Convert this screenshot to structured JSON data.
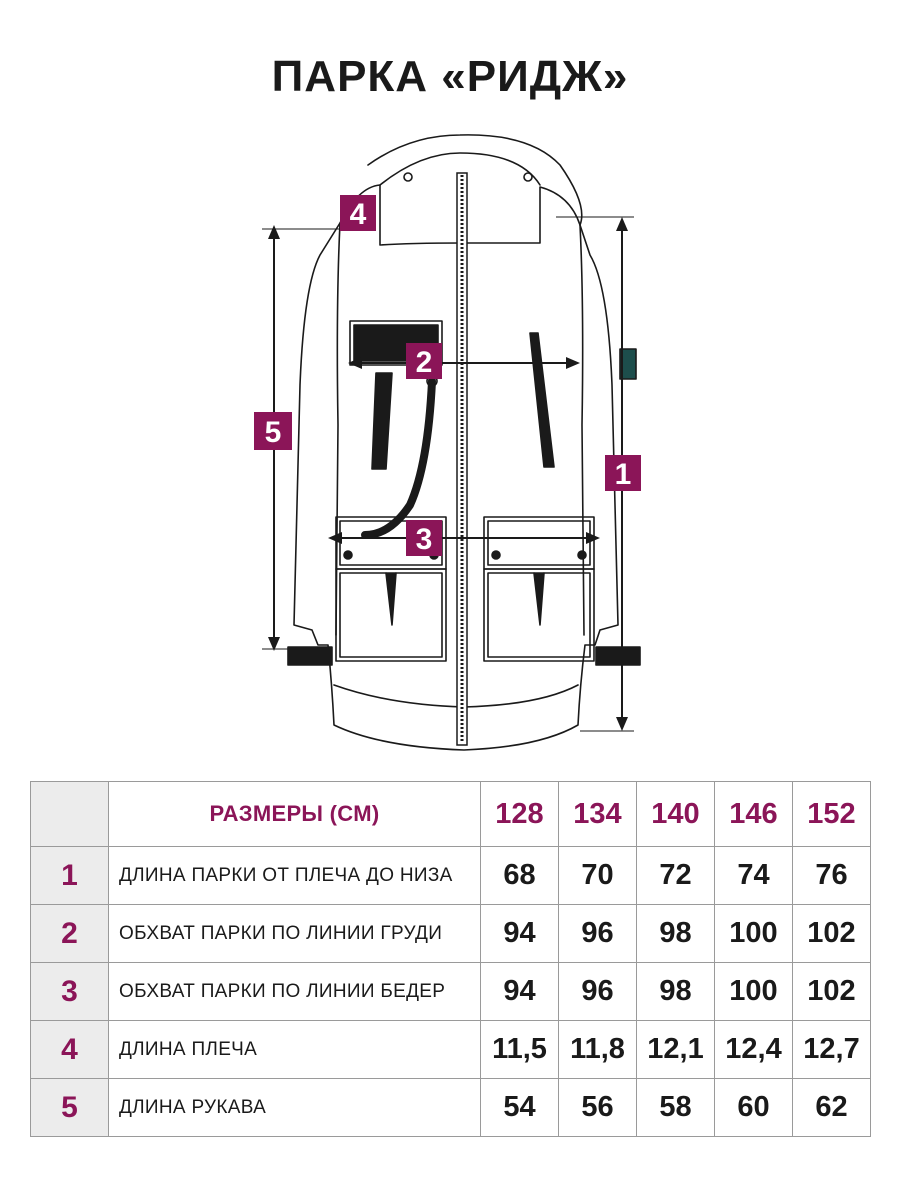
{
  "title": "ПАРКА «РИДЖ»",
  "figure": {
    "markers": [
      "1",
      "2",
      "3",
      "4",
      "5"
    ],
    "colors": {
      "accent": "#8b1558",
      "line": "#1a1a1a"
    }
  },
  "table": {
    "header_label": "РАЗМЕРЫ (СМ)",
    "sizes": [
      "128",
      "134",
      "140",
      "146",
      "152"
    ],
    "rows": [
      {
        "num": "1",
        "label": "ДЛИНА ПАРКИ ОТ ПЛЕЧА ДО НИЗА",
        "values": [
          "68",
          "70",
          "72",
          "74",
          "76"
        ]
      },
      {
        "num": "2",
        "label": "ОБХВАТ ПАРКИ ПО ЛИНИИ ГРУДИ",
        "values": [
          "94",
          "96",
          "98",
          "100",
          "102"
        ]
      },
      {
        "num": "3",
        "label": "ОБХВАТ ПАРКИ ПО ЛИНИИ БЕДЕР",
        "values": [
          "94",
          "96",
          "98",
          "100",
          "102"
        ]
      },
      {
        "num": "4",
        "label": "ДЛИНА ПЛЕЧА",
        "values": [
          "11,5",
          "11,8",
          "12,1",
          "12,4",
          "12,7"
        ]
      },
      {
        "num": "5",
        "label": "ДЛИНА РУКАВА",
        "values": [
          "54",
          "56",
          "58",
          "60",
          "62"
        ]
      }
    ]
  }
}
